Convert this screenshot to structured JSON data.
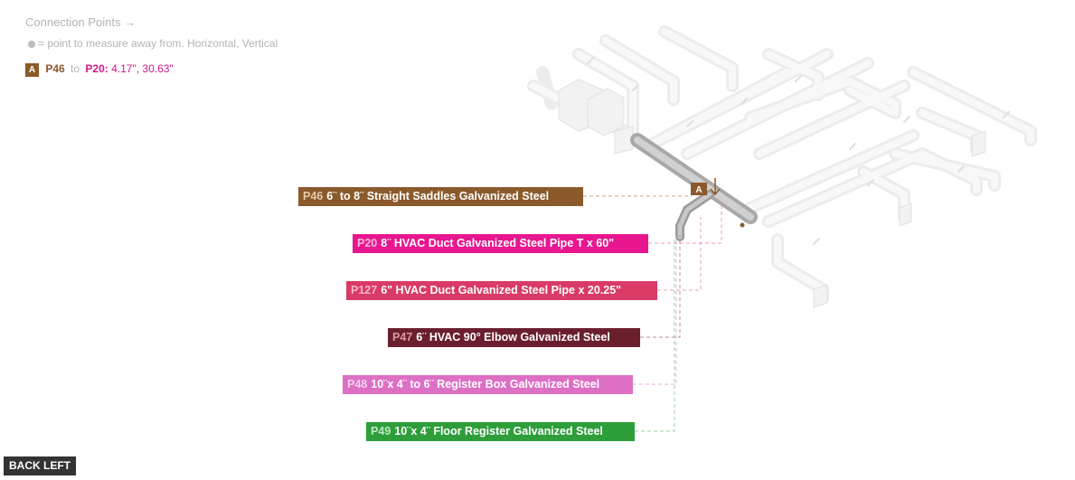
{
  "connection_points": {
    "title": "Connection Points →",
    "legend": "= point to measure away from. Horizontal, Vertical"
  },
  "measurement": {
    "badge": "A",
    "from": "P46",
    "to_word": "to",
    "target": "P20:",
    "value": "4.17\", 30.63\""
  },
  "labels": [
    {
      "id": "P46",
      "text": "6¨ to 8¨ Straight Saddles Galvanized Steel",
      "color": "#8b5a2b"
    },
    {
      "id": "P20",
      "text": "8¨ HVAC Duct Galvanized Steel Pipe T x 60\"",
      "color": "#e8168f"
    },
    {
      "id": "P127",
      "text": "6\" HVAC Duct Galvanized Steel Pipe x 20.25\"",
      "color": "#d93a66"
    },
    {
      "id": "P47",
      "text": "6¨ HVAC 90° Elbow Galvanized Steel",
      "color": "#6b1f2e"
    },
    {
      "id": "P48",
      "text": "10¨x 4¨ to 6¨ Register Box Galvanized Steel",
      "color": "#dd6fc4"
    },
    {
      "id": "P49",
      "text": "10¨x 4¨ Floor Register Galvanized Steel",
      "color": "#2e9e3a"
    }
  ],
  "marker": {
    "badge": "A"
  },
  "back_button": {
    "label": "BACK LEFT"
  }
}
